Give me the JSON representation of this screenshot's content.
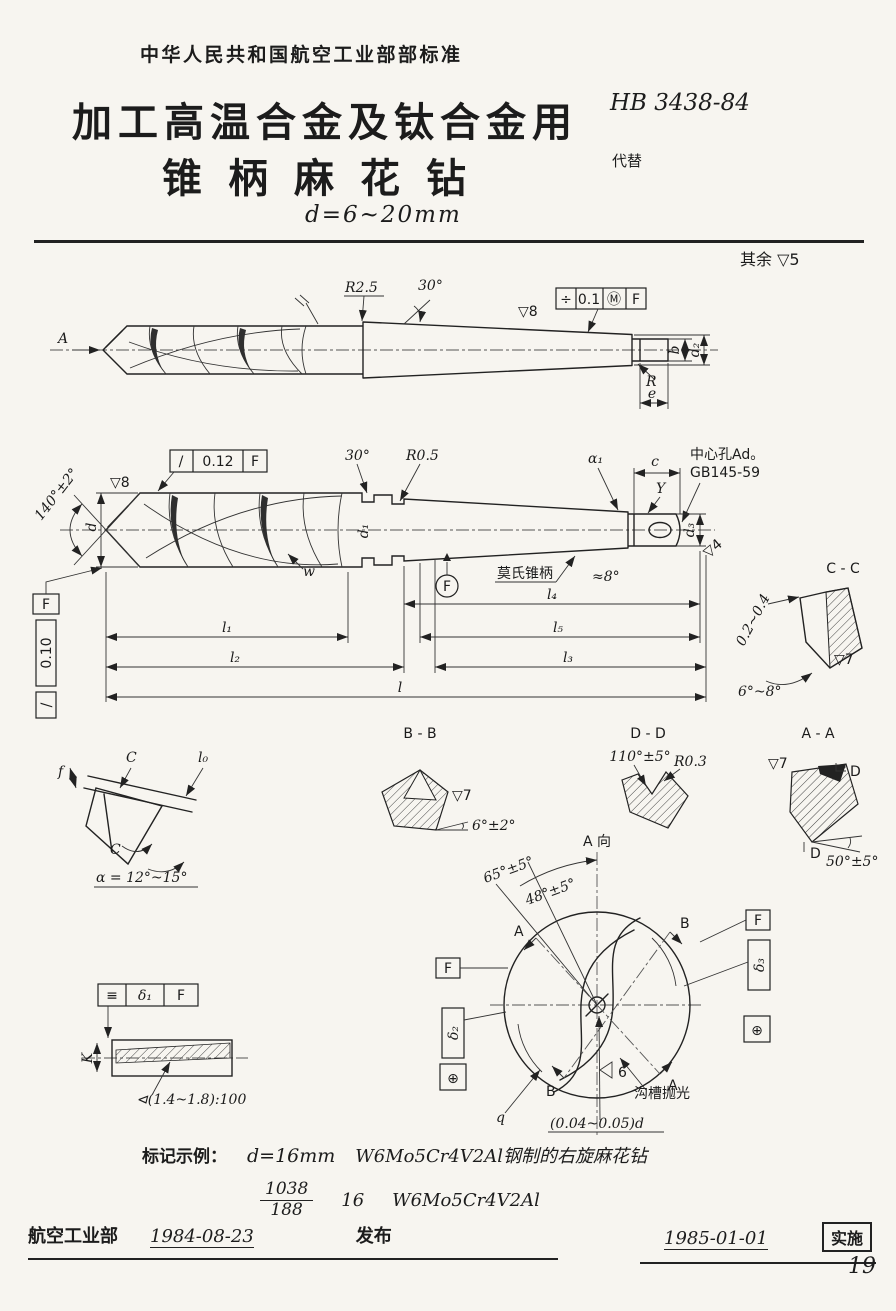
{
  "page": {
    "header": "中华人民共和国航空工业部部标准",
    "title_line1": "加工高温合金及钛合金用",
    "title_line2": "锥柄麻花钻",
    "standard_no": "HB 3438-84",
    "replaces_label": "代替",
    "diameter_range": "d=6~20mm",
    "surface_note": "其余 ▽5"
  },
  "top_view": {
    "label_a": "A",
    "radius_note": "R2.5",
    "angle_note": "30°",
    "roughness": "▽8",
    "tol_sym": "÷",
    "tol_val": "0.1",
    "tol_mod": "Ⓜ",
    "tol_datum": "F",
    "dim_b": "b",
    "dim_d2": "d₂",
    "dim_r": "R",
    "dim_e": "e"
  },
  "main_view": {
    "tol_sym": "/",
    "tol_val": "0.12",
    "tol_datum": "F",
    "angle_30": "30°",
    "radius_05": "R0.5",
    "alpha1": "α₁",
    "dim_c": "c",
    "center_hole_1": "中心孔Ad。",
    "center_hole_2": "GB145-59",
    "point_angle": "140°±2°",
    "dim_d": "d",
    "roughness_8": "▽8",
    "helix_w": "w",
    "datum_f": "F",
    "morse_label": "莫氏锥柄",
    "taper_angle": "≈8°",
    "dim_d3": "d₃",
    "roughness_4": "▽4",
    "dim_y": "Y",
    "dim_d1": "d₁",
    "len_l4": "l₄",
    "len_l1": "l₁",
    "len_l5": "l₅",
    "len_l2": "l₂",
    "len_l3": "l₃",
    "len_l": "l",
    "left_tol_datum": "F",
    "left_tol_val": "0.10",
    "left_tol_sym": "/"
  },
  "section_cc": {
    "title": "C - C",
    "gap": "0.2~0.4",
    "roughness": "▽7",
    "angle": "6°~8°"
  },
  "edge_detail": {
    "dim_f": "f",
    "dim_c_top": "C",
    "dim_l0": "l₀",
    "dim_c_bottom": "C",
    "alpha": "α = 12°~15°"
  },
  "section_bb": {
    "title": "B - B",
    "roughness": "▽7",
    "angle": "6°±2°"
  },
  "section_dd": {
    "title": "D - D",
    "angle": "110°±5°",
    "radius": "R0.3"
  },
  "section_aa": {
    "title": "A - A",
    "roughness": "▽7",
    "dim_d_top": "D",
    "dim_d_bottom": "D",
    "angle": "50°±5°"
  },
  "front_view": {
    "title": "A 向",
    "angle_65": "65°±5°",
    "angle_48": "48°±5°",
    "label_a_top": "A",
    "label_a_bottom": "A",
    "label_b_top": "B",
    "label_b_bottom": "B",
    "label_6": "6",
    "tol_left_datum": "F",
    "tol_left_val": "δ₂",
    "tol_left_sym": "⊕",
    "tol_right_datum": "F",
    "tol_right_val": "δ₃",
    "tol_right_sym": "⊕",
    "flute_note": "沟槽抛光",
    "web_dim": "(0.04~0.05)d",
    "dim_q": "q"
  },
  "blank_detail": {
    "tol_sym": "≡",
    "tol_val": "δ₁",
    "tol_datum": "F",
    "dim_k": "K",
    "taper_note": "⊲(1.4~1.8):100"
  },
  "marking": {
    "label": "标记示例：",
    "d_value": "d=16mm",
    "description": "W6Mo5Cr4V2Al钢制的右旋麻花钻",
    "frac_top": "1038",
    "frac_bottom": "188",
    "size": "16",
    "material": "W6Mo5Cr4V2Al"
  },
  "footer": {
    "org": "航空工业部",
    "issue_date": "1984-08-23",
    "issue_label": "发布",
    "impl_date": "1985-01-01",
    "impl_label": "实施",
    "page_no": "19"
  }
}
